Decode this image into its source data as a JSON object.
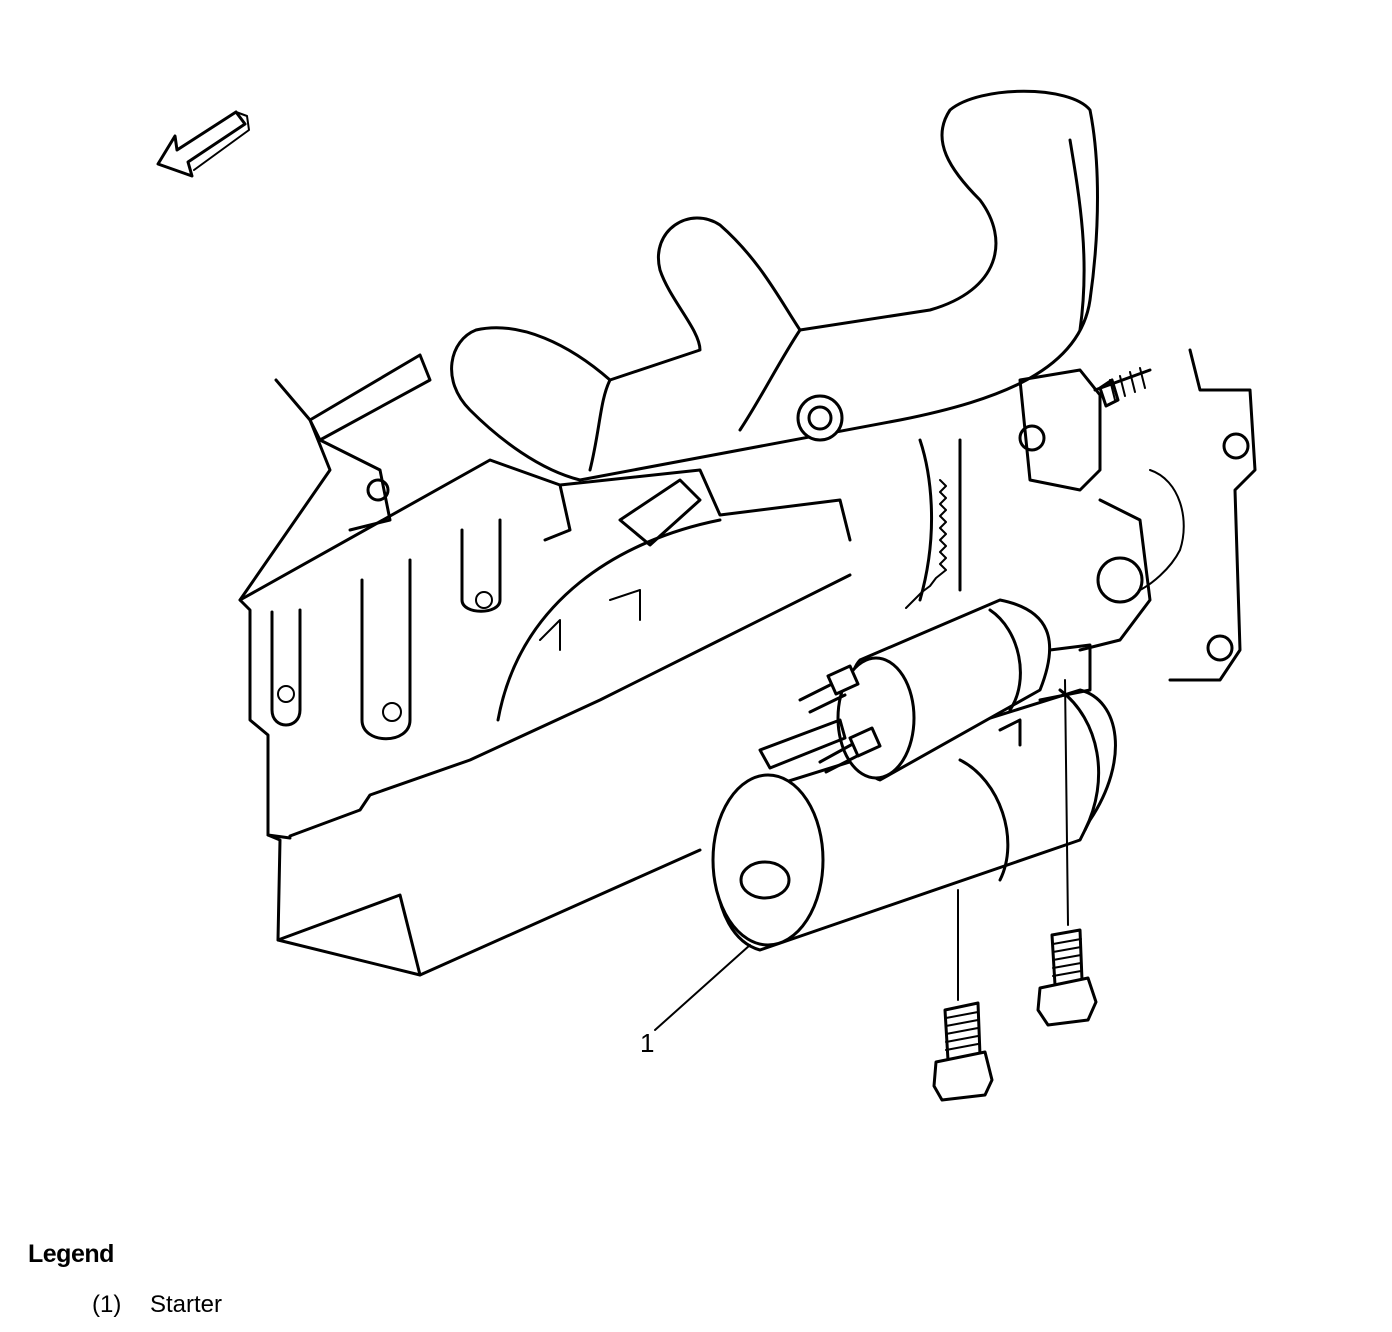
{
  "diagram": {
    "callouts": [
      {
        "label": "1"
      }
    ]
  },
  "legend": {
    "title": "Legend",
    "items": [
      {
        "number": "(1)",
        "text": "Starter"
      }
    ]
  }
}
